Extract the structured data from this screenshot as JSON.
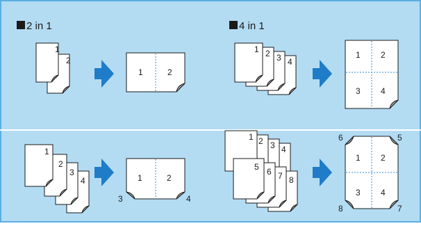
{
  "colors": {
    "background": "#b3dcf3",
    "border": "#5aaee3",
    "arrow": "#1e7cc8",
    "divider": "#2b8fd6",
    "fold": "#a3a3a3",
    "ink": "#1a1a1a"
  },
  "headings": {
    "two_in_one": "2 in 1",
    "four_in_one": "4 in 1"
  },
  "pages": {
    "p1": "1",
    "p2": "2",
    "p3": "3",
    "p4": "4",
    "p5": "5",
    "p6": "6",
    "p7": "7",
    "p8": "8"
  },
  "icons": {
    "bullet": "square-bullet-icon",
    "arrow": "right-arrow-icon"
  }
}
